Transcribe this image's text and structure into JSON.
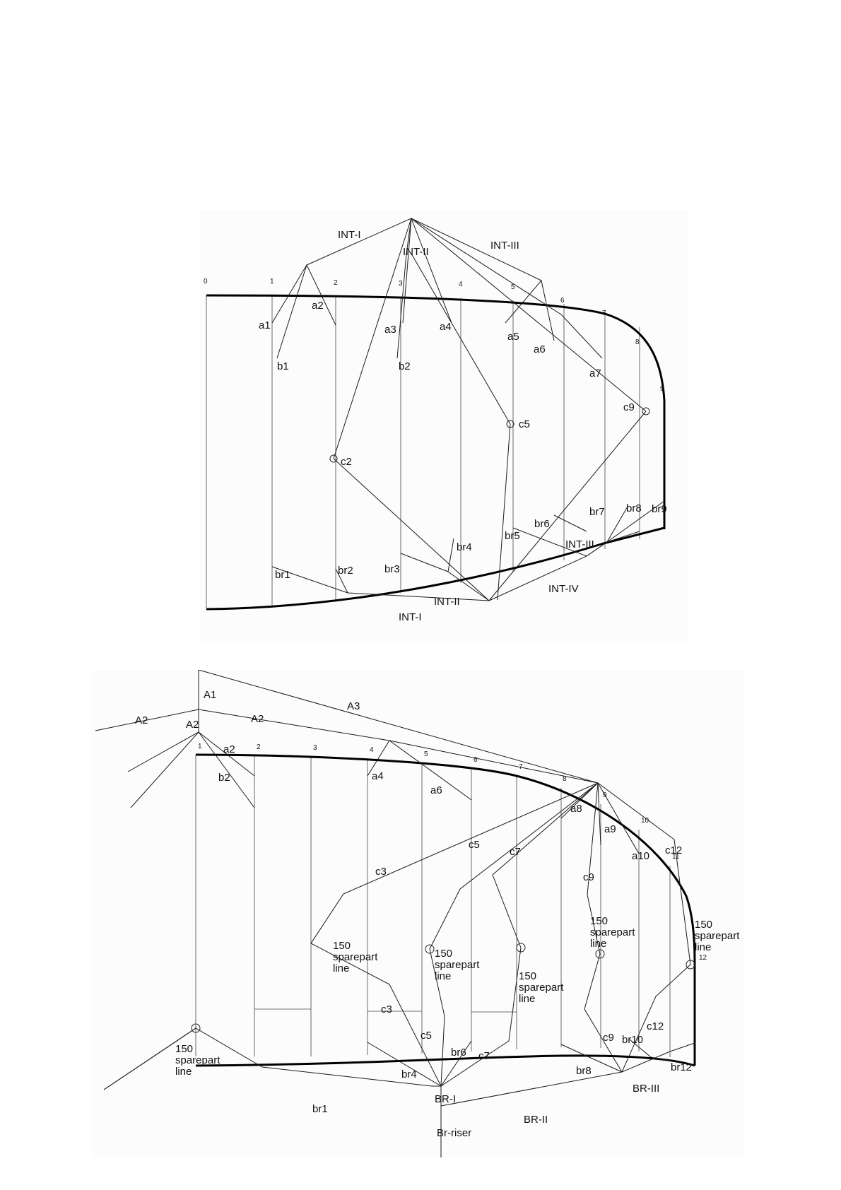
{
  "diagram_top": {
    "point_numbers": [
      "0",
      "1",
      "2",
      "3",
      "4",
      "5",
      "6",
      "7",
      "8",
      "9"
    ],
    "labels": {
      "INT_I_top": "INT-I",
      "INT_II_top": "INT-II",
      "INT_III_top": "INT-III",
      "a1": "a1",
      "a2": "a2",
      "a3": "a3",
      "a4": "a4",
      "a5": "a5",
      "a6": "a6",
      "a7": "a7",
      "b1": "b1",
      "b2": "b2",
      "c2": "c2",
      "c5": "c5",
      "c9": "c9",
      "br1": "br1",
      "br2": "br2",
      "br3": "br3",
      "br4": "br4",
      "br5": "br5",
      "br6": "br6",
      "br7": "br7",
      "br8": "br8",
      "br9": "br9",
      "INT_III_bottom": "INT-III",
      "INT_IV_bottom": "INT-IV",
      "INT_II_bottom": "INT-II",
      "INT_I_bottom": "INT-I"
    }
  },
  "diagram_bottom": {
    "point_numbers": [
      "1",
      "2",
      "3",
      "4",
      "5",
      "6",
      "7",
      "8",
      "9",
      "10",
      "11",
      "12"
    ],
    "labels": {
      "A1": "A1",
      "A2_left": "A2",
      "A2_mid": "A2",
      "A2_center": "A2",
      "A3": "A3",
      "a2": "a2",
      "b2": "b2",
      "a4": "a4",
      "a6": "a6",
      "a8": "a8",
      "a9": "a9",
      "a10": "a10",
      "c3_upper": "c3",
      "c5_upper": "c5",
      "c7_upper": "c7",
      "c9_upper": "c9",
      "c12_upper": "c12",
      "c3_lower": "c3",
      "c5_lower": "c5",
      "c7_lower": "c7",
      "c9_lower": "c9",
      "c12_lower": "c12",
      "br1": "br1",
      "br4": "br4",
      "br6": "br6",
      "br8": "br8",
      "br10": "br10",
      "br12": "br12",
      "BR_I": "BR-I",
      "BR_II": "BR-II",
      "BR_III": "BR-III",
      "Br_riser": "Br-riser"
    },
    "spare_note": {
      "line1": "150",
      "line2": "sparepart",
      "line3": "line"
    }
  }
}
